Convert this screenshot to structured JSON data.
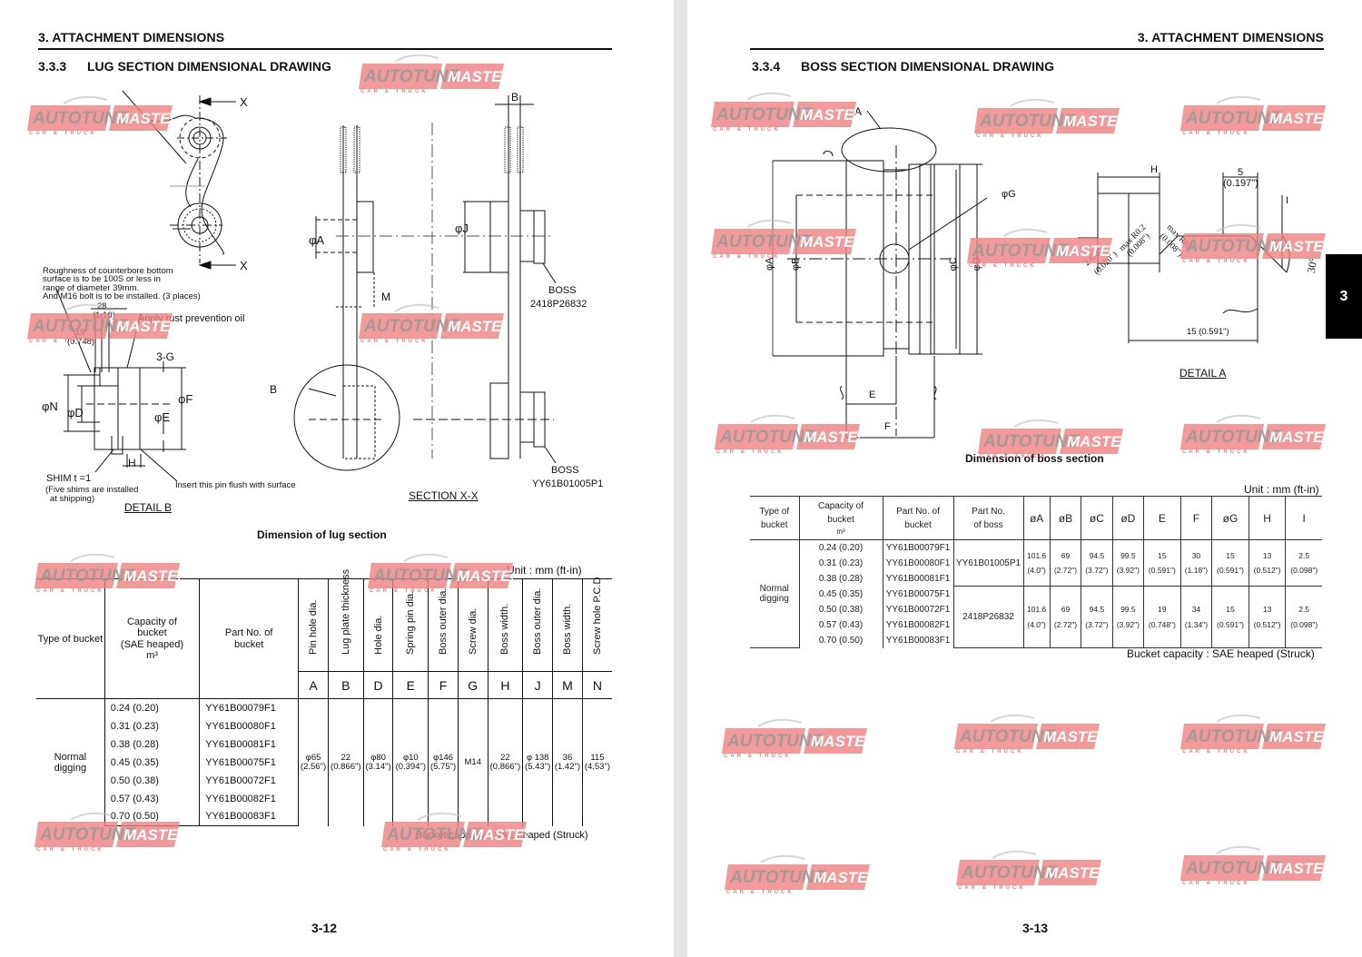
{
  "left_page": {
    "chapter_title": "3. ATTACHMENT DIMENSIONS",
    "section_number": "3.3.3",
    "section_title": "LUG SECTION DIMENSIONAL DRAWING",
    "page_number": "3-12",
    "drawing": {
      "labels": {
        "x_top": "X",
        "x_bottom": "X",
        "roughness_note": [
          "Roughness of counterbore bottom",
          "surface is to be 100S or less in",
          "range of diameter 39mm.",
          "And M16 bolt is to be installed. (3 places)"
        ],
        "dim_28": "28",
        "dim_28_in": "(1.10)",
        "rust_note": "Apply rust prevention oil",
        "dim_19": "19",
        "dim_19_in": "(0.748)",
        "g_label": "3-G",
        "n_label": "φN",
        "d_label": "φD",
        "f_label": "φF",
        "e_label": "φE",
        "h_label": "H",
        "shim": "SHIM t =1",
        "shim_note_1": "(Five shims are installed",
        "shim_note_2": "at shipping)",
        "pin_note": "Insert this pin flush with surface",
        "detail_b": "DETAIL B",
        "a_label": "φA",
        "j_label": "φJ",
        "b_top": "B",
        "b_circle": "B",
        "m_label": "M",
        "boss_1": "BOSS",
        "boss_1_part": "2418P26832",
        "boss_2": "BOSS",
        "boss_2_part": "YY61B01005P1",
        "section_xx": "SECTION X-X"
      }
    },
    "caption": "Dimension of lug section",
    "table": {
      "unit": "Unit : mm (ft-in)",
      "headers": {
        "type": "Type of bucket",
        "capacity": [
          "Capacity  of",
          "bucket",
          "(SAE heaped)",
          "m³"
        ],
        "part": [
          "Part No. of",
          "bucket"
        ],
        "dims": [
          {
            "name": "Pin hole dia.",
            "symbol": "A"
          },
          {
            "name": "Lug plate thickness",
            "symbol": "B"
          },
          {
            "name": "Hole dia.",
            "symbol": "D"
          },
          {
            "name": "Spring pin dia.",
            "symbol": "E"
          },
          {
            "name": "Boss outer dia.",
            "symbol": "F"
          },
          {
            "name": "Screw dia.",
            "symbol": "G"
          },
          {
            "name": "Boss width.",
            "symbol": "H"
          },
          {
            "name": "Boss outer dia.",
            "symbol": "J"
          },
          {
            "name": "Boss width.",
            "symbol": "M"
          },
          {
            "name": "Screw hole P.C.D",
            "symbol": "N"
          }
        ]
      },
      "type_value": "Normal digging",
      "rows": [
        {
          "capacity": "0.24 (0.20)",
          "part": "YY61B00079F1"
        },
        {
          "capacity": "0.31 (0.23)",
          "part": "YY61B00080F1"
        },
        {
          "capacity": "0.38 (0.28)",
          "part": "YY61B00081F1"
        },
        {
          "capacity": "0.45 (0.35)",
          "part": "YY61B00075F1"
        },
        {
          "capacity": "0.50 (0.38)",
          "part": "YY61B00072F1"
        },
        {
          "capacity": "0.57 (0.43)",
          "part": "YY61B00082F1"
        },
        {
          "capacity": "0.70 (0.50)",
          "part": "YY61B00083F1"
        }
      ],
      "values": [
        {
          "mm": "φ65",
          "in": "(2.56\")"
        },
        {
          "mm": "22",
          "in": "(0.866\")"
        },
        {
          "mm": "φ80",
          "in": "(3.14\")"
        },
        {
          "mm": "φ10",
          "in": "(0.394\")"
        },
        {
          "mm": "φ146",
          "in": "(5.75\")"
        },
        {
          "mm": "M14",
          "in": ""
        },
        {
          "mm": "22",
          "in": "(0.866\")"
        },
        {
          "mm": "φ 138",
          "in": "(5.43\")"
        },
        {
          "mm": "36",
          "in": "(1.42\")"
        },
        {
          "mm": "115",
          "in": "(4.53\")"
        }
      ],
      "footnote": "Bucket capacity : SAE heaped (Struck)"
    }
  },
  "right_page": {
    "chapter_title": "3. ATTACHMENT DIMENSIONS",
    "section_number": "3.3.4",
    "section_title": "BOSS SECTION DIMENSIONAL DRAWING",
    "page_number": "3-13",
    "chapter_tab": "3",
    "drawing": {
      "labels": {
        "a": "A",
        "g": "φG",
        "da": "φA",
        "db": "φB",
        "dc": "φC",
        "dd": "φD",
        "e": "E",
        "f": "F",
        "h": "H",
        "dim_5": "5",
        "dim_5_in": "(0.197\")",
        "i": "I",
        "chamfer": "2-C0.5",
        "chamfer_in": "(0.020\")",
        "r1": "max R0.2",
        "r1_in": "(0.008\")",
        "r2": "max R0.2",
        "r2_in": "(0.008\")",
        "angle": "30°",
        "dim_15": "15 (0.591\")",
        "detail_a": "DETAIL A"
      }
    },
    "caption": "Dimension of boss section",
    "table": {
      "unit": "Unit : mm (ft-in)",
      "headers": {
        "type": [
          "Type of",
          "bucket"
        ],
        "capacity": [
          "Capacity of",
          "bucket",
          "m³"
        ],
        "part_bucket": [
          "Part No. of",
          "bucket"
        ],
        "part_boss": [
          "Part No.",
          "of boss"
        ],
        "dims": [
          "øA",
          "øB",
          "øC",
          "øD",
          "E",
          "F",
          "øG",
          "H",
          "I"
        ]
      },
      "type_value": "Normal digging",
      "rows": [
        {
          "capacity": "0.24 (0.20)",
          "part": "YY61B00079F1"
        },
        {
          "capacity": "0.31 (0.23)",
          "part": "YY61B00080F1"
        },
        {
          "capacity": "0.38 (0.28)",
          "part": "YY61B00081F1"
        },
        {
          "capacity": "0.45 (0.35)",
          "part": "YY61B00075F1"
        },
        {
          "capacity": "0.50 (0.38)",
          "part": "YY61B00072F1"
        },
        {
          "capacity": "0.57 (0.43)",
          "part": "YY61B00082F1"
        },
        {
          "capacity": "0.70 (0.50)",
          "part": "YY61B00083F1"
        }
      ],
      "groups": [
        {
          "boss_part": "YY61B01005P1",
          "values": [
            {
              "mm": "101.6",
              "in": "(4.0\")"
            },
            {
              "mm": "69",
              "in": "(2.72\")"
            },
            {
              "mm": "94.5",
              "in": "(3.72\")"
            },
            {
              "mm": "99.5",
              "in": "(3.92\")"
            },
            {
              "mm": "15",
              "in": "(0.591\")"
            },
            {
              "mm": "30",
              "in": "(1.18\")"
            },
            {
              "mm": "15",
              "in": "(0.591\")"
            },
            {
              "mm": "13",
              "in": "(0.512\")"
            },
            {
              "mm": "2.5",
              "in": "(0.098\")"
            }
          ]
        },
        {
          "boss_part": "2418P26832",
          "values": [
            {
              "mm": "101.6",
              "in": "(4.0\")"
            },
            {
              "mm": "69",
              "in": "(2.72\")"
            },
            {
              "mm": "94.5",
              "in": "(3.72\")"
            },
            {
              "mm": "99.5",
              "in": "(3.92\")"
            },
            {
              "mm": "19",
              "in": "(0.748\")"
            },
            {
              "mm": "34",
              "in": "(1.34\")"
            },
            {
              "mm": "15",
              "in": "(0.591\")"
            },
            {
              "mm": "13",
              "in": "(0.512\")"
            },
            {
              "mm": "2.5",
              "in": "(0.098\")"
            }
          ]
        }
      ],
      "footnote": "Bucket capacity : SAE heaped (Struck)"
    }
  },
  "watermark": {
    "word1": "AUTOTUNE",
    "word2": "MASTER",
    "tagline": "CAR & TRUCK",
    "color_red": "#f08080",
    "color_gray": "#9a9a9a"
  }
}
